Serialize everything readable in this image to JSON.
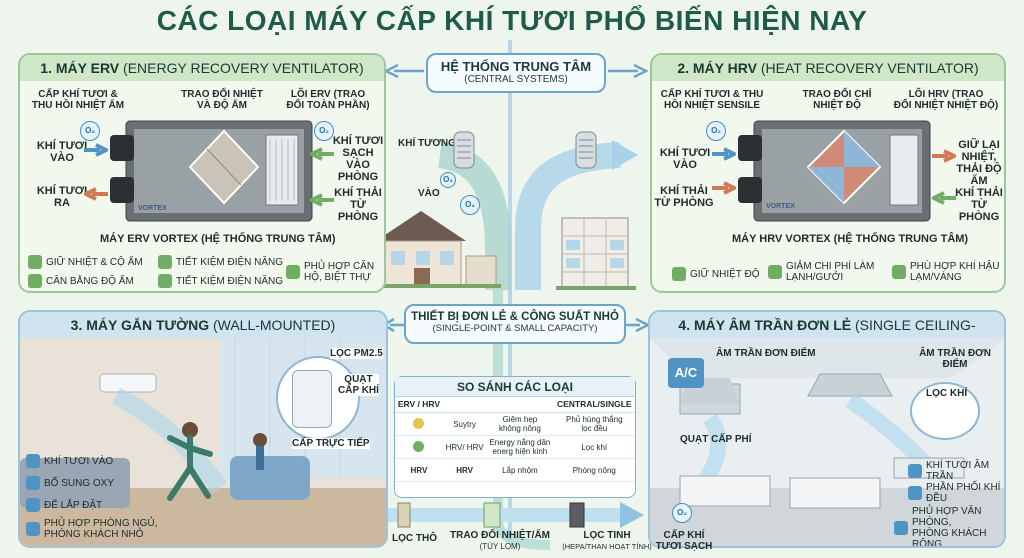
{
  "title": "CÁC LOẠI MÁY CẤP KHÍ TƯƠI PHỔ BIẾN HIỆN NAY",
  "center_top": {
    "title": "HỆ THỐNG TRUNG TÂM",
    "subtitle": "(CENTRAL SYSTEMS)",
    "intake": "KHÍ TƯƠNG",
    "intake2": "VÀO",
    "o2": "O₂"
  },
  "center_mid": {
    "title": "THIẾT BỊ ĐƠN LẺ & CÔNG SUẤT NHỎ",
    "subtitle": "(SINGLE-POINT & SMALL CAPACITY)"
  },
  "erv": {
    "title_bold": "1. MÁY ERV",
    "title_thin": " (ENERGY RECOVERY VENTILATOR)",
    "l1": "CẤP KHÍ TƯƠI &",
    "l1b": "THU HỒI NHIỆT ẨM",
    "l2": "TRAO ĐỔI NHIỆT",
    "l2b": "VÀ ĐỘ ẨM",
    "l3": "LÕI ERV (TRAO",
    "l3b": "ĐỔI TOÀN PHẦN)",
    "in": "KHÍ TƯƠI",
    "in2": "VÀO",
    "out": "KHÍ TƯƠI",
    "out2": "RA",
    "r1": "KHÍ TƯƠI",
    "r1b": "SẠCH",
    "r1c": "VÀO PHÒNG",
    "r2": "KHÍ THẢI",
    "r2b": "TỪ PHÒNG",
    "brand": "VORTEX",
    "caption": "MÁY ERV VORTEX (HỆ THỐNG TRUNG TÂM)",
    "f1": "GIỮ NHIỆT & CỘ ẨM",
    "f2": "CÂN BẰNG ĐỘ ẨM",
    "f3": "TIẾT KIỆM ĐIỆN NĂNG",
    "f4": "TIẾT KIỆM ĐIỆN NĂNG",
    "f5": "PHỦ HỢP CĂN",
    "f5b": "HỘ, BIỆT THỰ"
  },
  "hrv": {
    "title_bold": "2. MÁY HRV",
    "title_thin": " (HEAT RECOVERY VENTILATOR)",
    "l1": "CẤP KHÍ TƯƠI & THU",
    "l1b": "HỒI NHIỆT SENSILE",
    "l2": "TRAO ĐỔI CHỈ",
    "l2b": "NHIỆT ĐỘ",
    "l3": "LÕI HRV (TRAO",
    "l3b": "ĐỔI NHIỆT NHIỆT ĐỘ)",
    "in": "KHÍ TƯƠI",
    "in2": "VÀO",
    "out": "KHÍ THẢI",
    "out2": "TỪ PHÒNG",
    "r1": "GIỮ LẠI",
    "r1b": "NHIỆT,",
    "r1c": "THẢI ĐỘ ẨM",
    "r2": "KHÍ THẢI",
    "r2b": "TỪ PHÒNG",
    "brand": "VORTEX",
    "caption": "MÁY HRV VORTEX (HỆ THỐNG TRUNG TÂM)",
    "f1": "GIỮ NHIỆT ĐỘ",
    "f2": "GIẢM CHI PHÍ LÀM",
    "f2b": "LẠNH/GƯỞI",
    "f3": "PHÙ HỢP KHÍ HẬU",
    "f3b": "LẠM/VÀNG"
  },
  "wall": {
    "title_bold": "3. MÁY GẮN TƯỜNG",
    "title_thin": " (WALL-MOUNTED)",
    "c1": "LỌC PM2.5",
    "c2": "QUẠT",
    "c2b": "CẤP KHÍ",
    "c3": "CẤP TRỰC TIẾP",
    "f1": "KHÍ TƯƠI VÀO",
    "f2": "BỔ SUNG OXY",
    "f3": "ĐỂ LẮP ĐẶT",
    "f4": "PHỦ HỢP PHÒNG NGỦ,",
    "f4b": "PHÒNG KHÁCH NHỎ"
  },
  "ceiling": {
    "title_bold": "4. MÁY ÂM TRẦN ĐƠN LẺ",
    "title_thin": " (SINGLE CEILING-MOUNTED)",
    "c1": "ÂM TRẦN ĐƠN ĐIỂM",
    "c2": "ÂM TRẦN ĐƠN ĐIỂM",
    "c3": "LỌC KHÍ",
    "c4": "QUẠT CẤP PHÍ",
    "ac": "A/C",
    "f1": "KHÍ TƯƠI ÂM TRẦN",
    "f2": "PHẦN PHỐI KHÍ ĐỀU",
    "f3": "PHỦ HỢP VĂN PHÒNG,",
    "f3b": "PHÒNG KHÁCH RỘNG"
  },
  "compare": {
    "title": "SO SÁNH CÁC LOẠI",
    "head": [
      "ERV / HRV",
      "",
      "CENTRAL/SINGLE"
    ],
    "rows": [
      [
        "",
        "Suytry",
        "Giêm hẹp",
        "không nông",
        "Phủ hùng thắng",
        "lọc đều"
      ],
      [
        "",
        "HRV/ HRV",
        "Energy nắng dân",
        "energ hiện kinh",
        "Lọc khí",
        ""
      ],
      [
        "HRV",
        "HRV",
        "Lắp nhộm",
        "",
        "Phòng nông",
        ""
      ]
    ]
  },
  "pipeline": {
    "s1": "LỌC THÔ",
    "s2": "TRAO ĐỔI NHIỆT/ẨM",
    "s2b": "(TÙY LỌM)",
    "s3": "LỌC TINH",
    "s3b": "(HEPA/THAN HOẠT TÍNH)",
    "s4": "CẤP KHÍ",
    "s4b": "TƯƠI SẠCH",
    "o2": "O₂"
  },
  "colors": {
    "green": "#6fae63",
    "blue": "#4f94c4",
    "title": "#1f5a4b"
  }
}
